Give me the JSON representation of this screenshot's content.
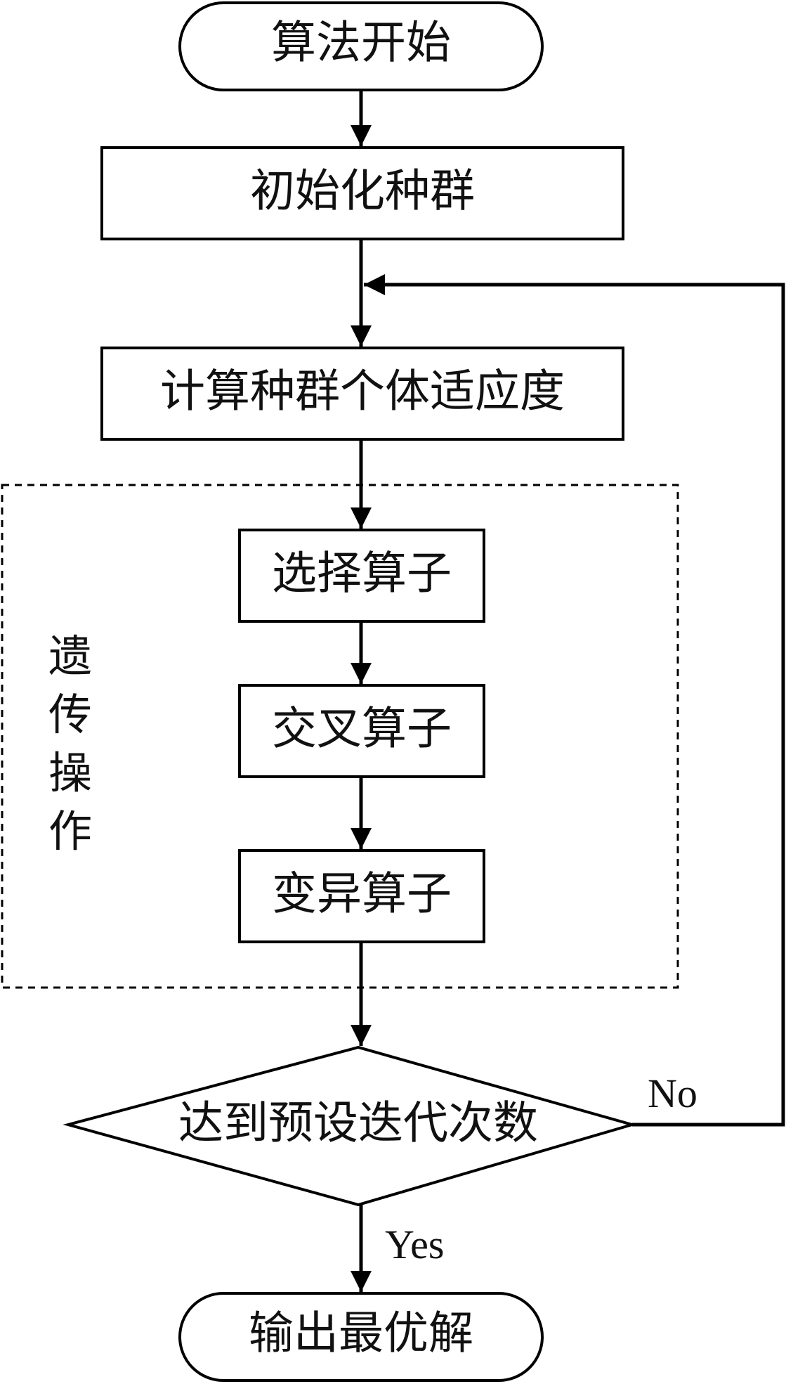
{
  "nodes": {
    "start": "算法开始",
    "init": "初始化种群",
    "fitness": "计算种群个体适应度",
    "select": "选择算子",
    "crossover": "交叉算子",
    "mutation": "变异算子",
    "decision": "达到预设迭代次数",
    "end": "输出最优解"
  },
  "group": {
    "label": [
      "遗",
      "传",
      "操",
      "作"
    ]
  },
  "edges": {
    "no": "No",
    "yes": "Yes"
  }
}
